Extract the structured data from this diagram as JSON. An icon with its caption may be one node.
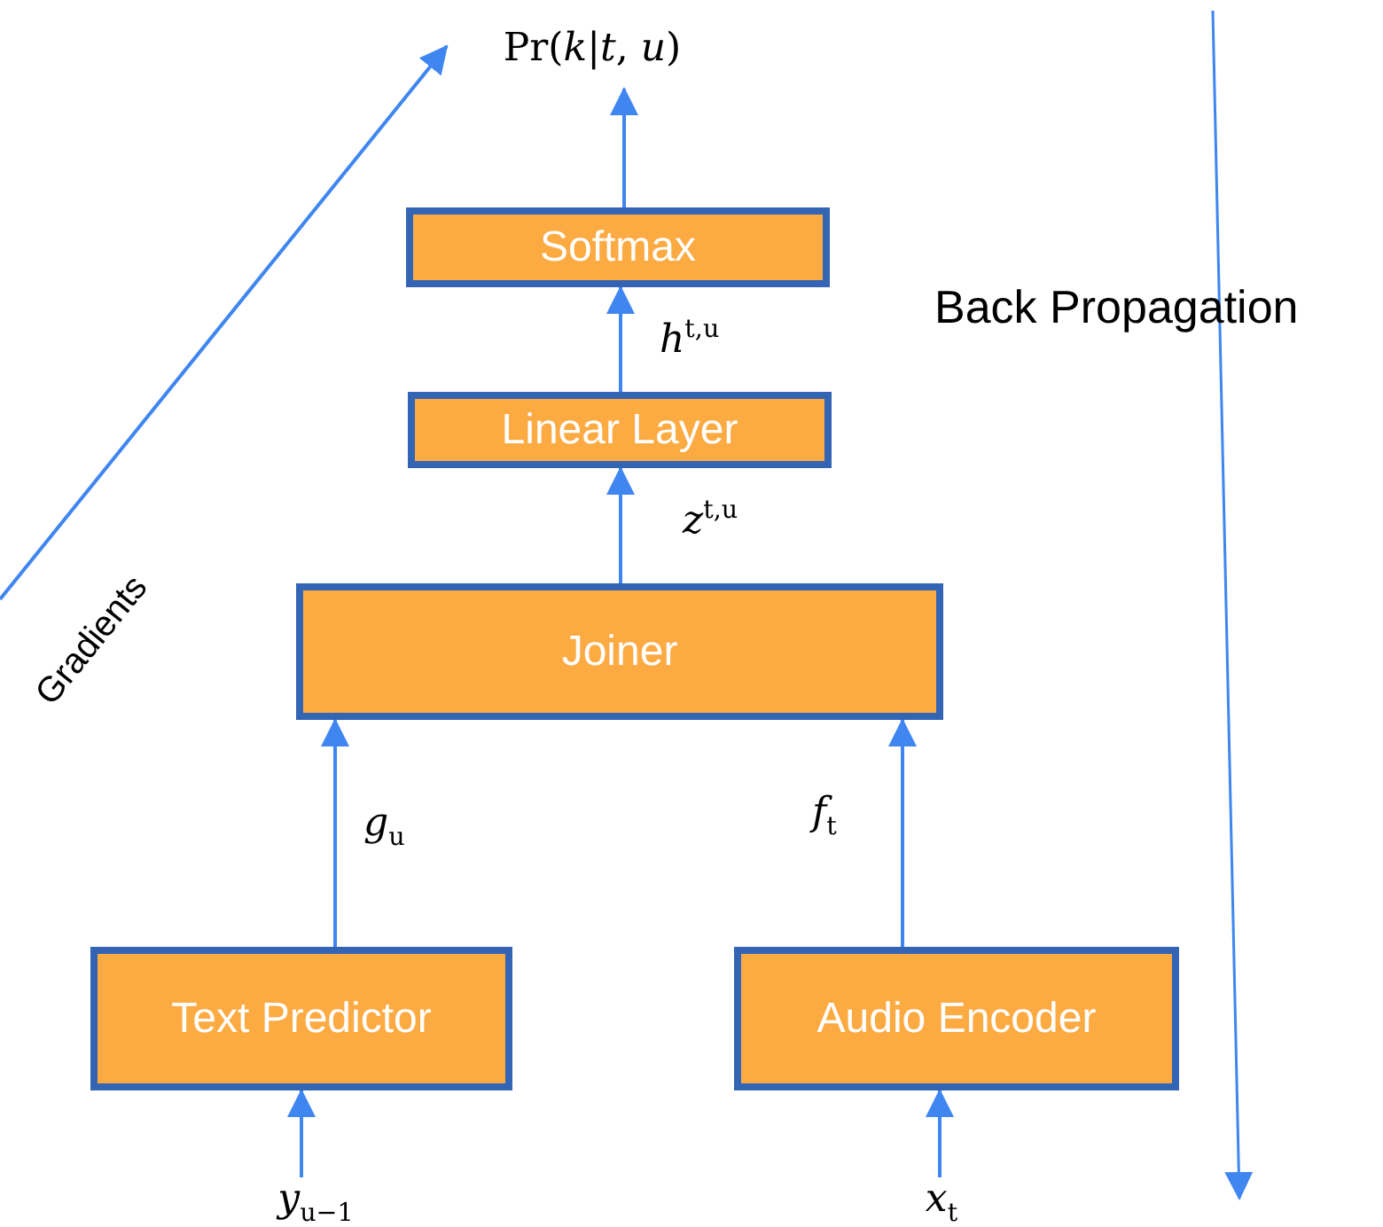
{
  "diagram": {
    "nodes": [
      {
        "text": [
          "Pr(*k*|*t*, *u*)"
        ]
      },
      {
        "text": [
          "Softmax"
        ]
      },
      {
        "text": [
          "Linear Layer"
        ]
      },
      {
        "text": [
          "Joiner"
        ]
      },
      {
        "text": [
          "Text Predictor"
        ]
      },
      {
        "text": [
          "Audio Encoder"
        ]
      },
      {
        "text": [
          "*y*$_{u−1}$"
        ]
      },
      {
        "text": [
          "*x*$_{t}$"
        ]
      }
    ],
    "edges": [
      {
        "from": 1,
        "to": 0,
        "arrow": "to"
      },
      {
        "from": 2,
        "to": 1,
        "arrow": "to",
        "label": "*h*$^{t,u}$"
      },
      {
        "from": 3,
        "to": 2,
        "arrow": "to",
        "label": "*z*$^{t,u}$"
      },
      {
        "from": 4,
        "to": 3,
        "arrow": "to",
        "label": "*g*$_{u}$"
      },
      {
        "from": 5,
        "to": 3,
        "arrow": "to",
        "label": "*f*$_{t}$"
      },
      {
        "from": 6,
        "to": 4,
        "arrow": "to"
      },
      {
        "from": 7,
        "to": 5,
        "arrow": "to"
      }
    ],
    "labels": [
      "Back Propagation",
      "Gradients"
    ]
  }
}
